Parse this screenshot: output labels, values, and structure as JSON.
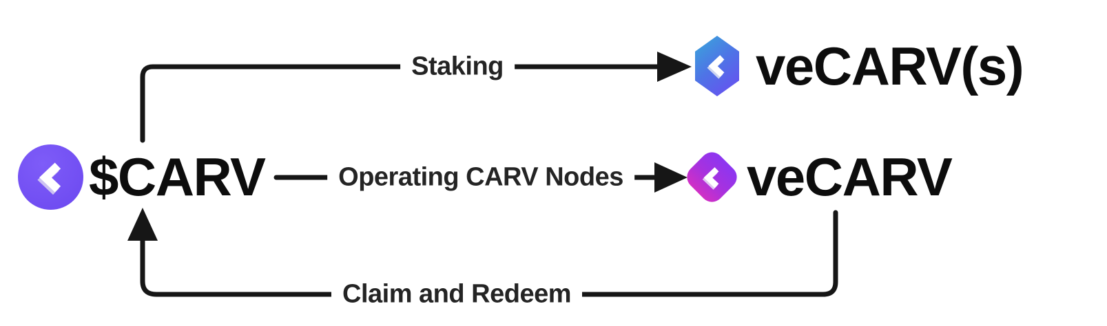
{
  "diagram": {
    "background_color": "#ffffff",
    "line_color": "#161616",
    "text_color": "#0d0d0d",
    "nodes": {
      "carv": {
        "label": "$CARV",
        "icon": "carv-circle-logo",
        "logo_color": "#7350F3"
      },
      "vecarv_s": {
        "label": "veCARV(s)",
        "icon": "carv-hexagon-logo",
        "logo_gradient": [
          "#38A8DA",
          "#6B4BF2"
        ]
      },
      "vecarv": {
        "label": "veCARV",
        "icon": "carv-diamond-logo",
        "logo_gradient": [
          "#8C36F1",
          "#D130C5"
        ]
      }
    },
    "edges": [
      {
        "id": "staking",
        "from": "$CARV",
        "to": "veCARV(s)",
        "label": "Staking"
      },
      {
        "id": "operating",
        "from": "$CARV",
        "to": "veCARV",
        "label": "Operating CARV Nodes"
      },
      {
        "id": "claim-redeem",
        "from": "veCARV",
        "to": "$CARV",
        "label": "Claim and Redeem"
      }
    ]
  }
}
